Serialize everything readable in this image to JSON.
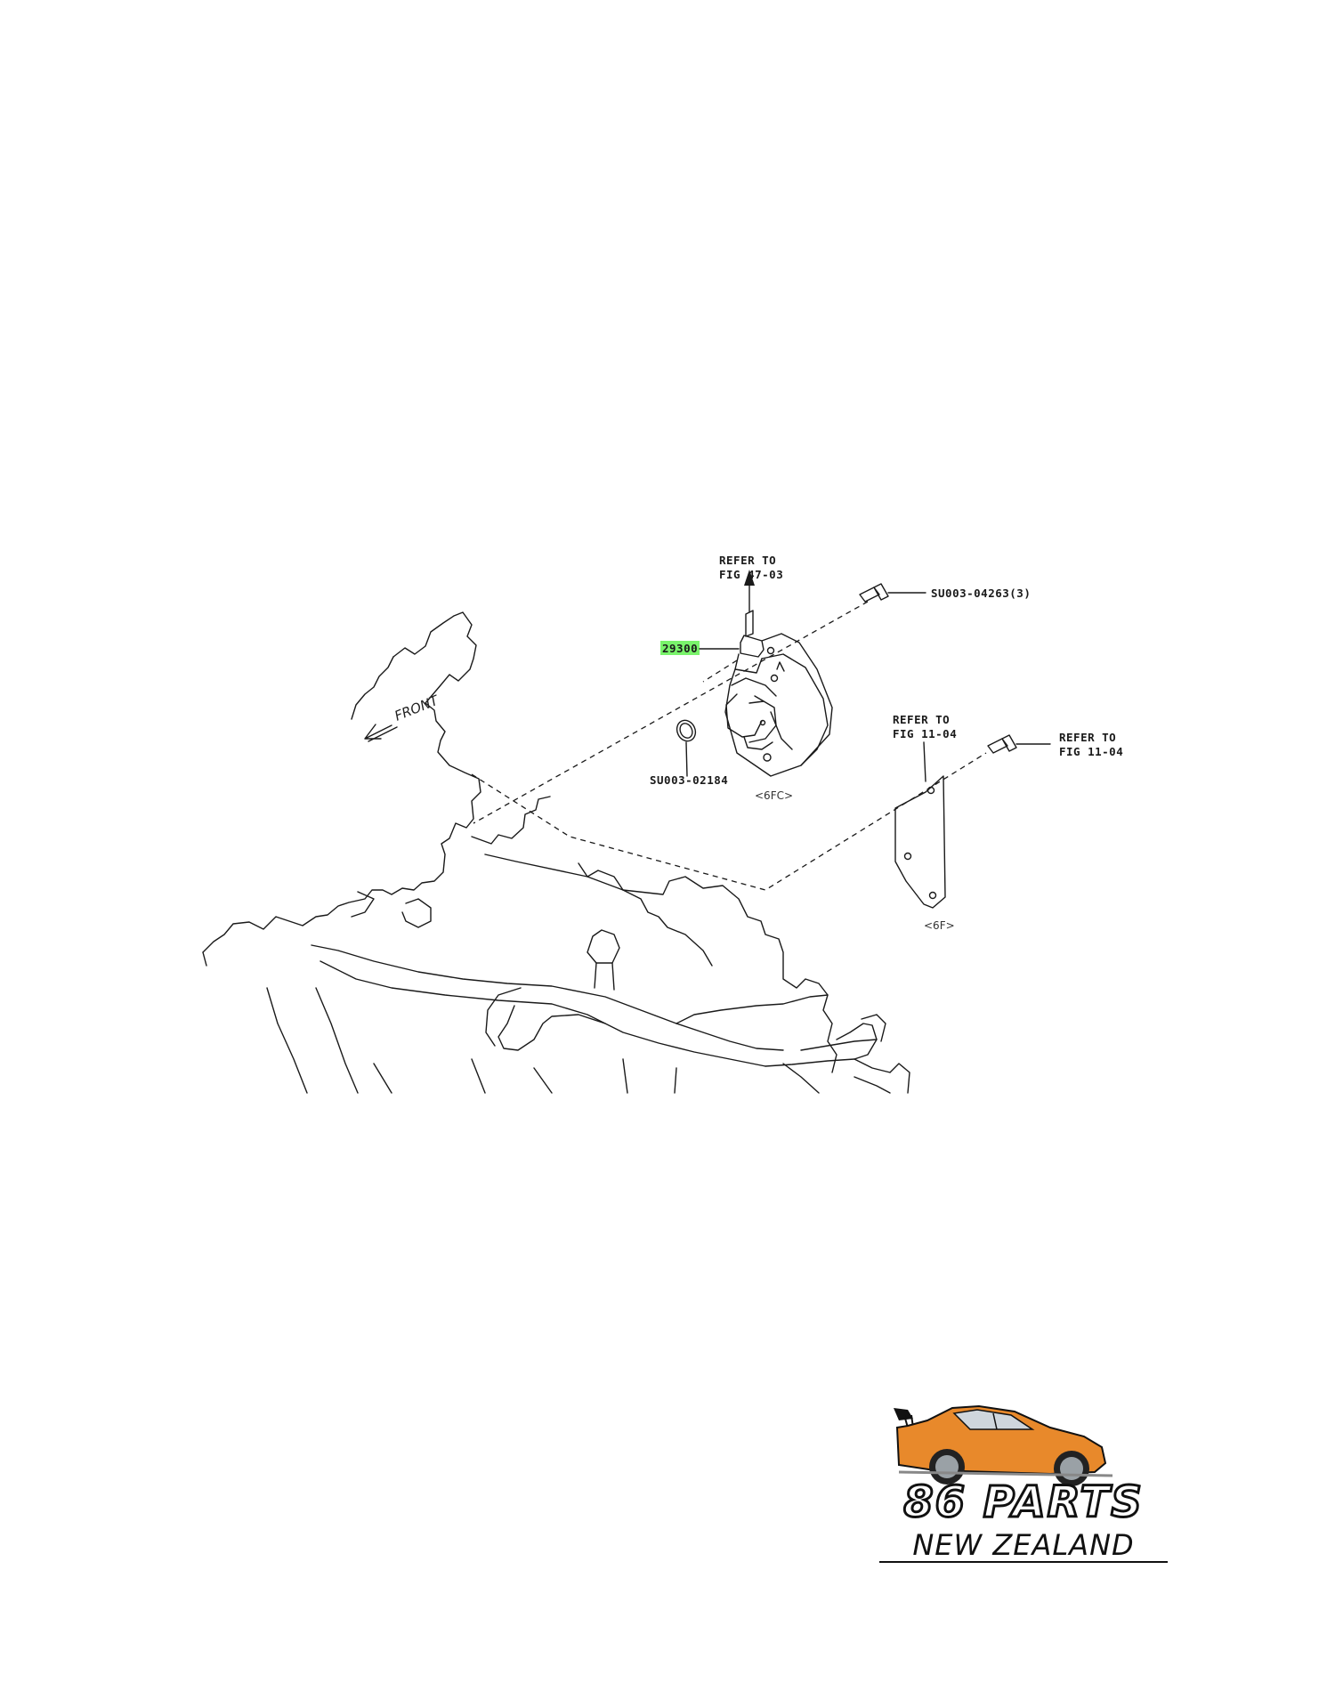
{
  "labels": {
    "refer_top": [
      "REFER TO",
      "FIG 47-03"
    ],
    "bolt_top": "SU003-04263(3)",
    "part_number": "29300",
    "oring": "SU003-02184",
    "code_pump": "<6FC>",
    "refer_mid": [
      "REFER TO",
      "FIG 11-04"
    ],
    "refer_right": [
      "REFER TO",
      "FIG 11-04"
    ],
    "code_plate": "<6F>",
    "front": "FRONT"
  },
  "colors": {
    "highlight": "#79f36b",
    "car_body": "#e8892b"
  },
  "logo": {
    "line1": "86 PARTS",
    "line2": "NEW ZEALAND"
  }
}
